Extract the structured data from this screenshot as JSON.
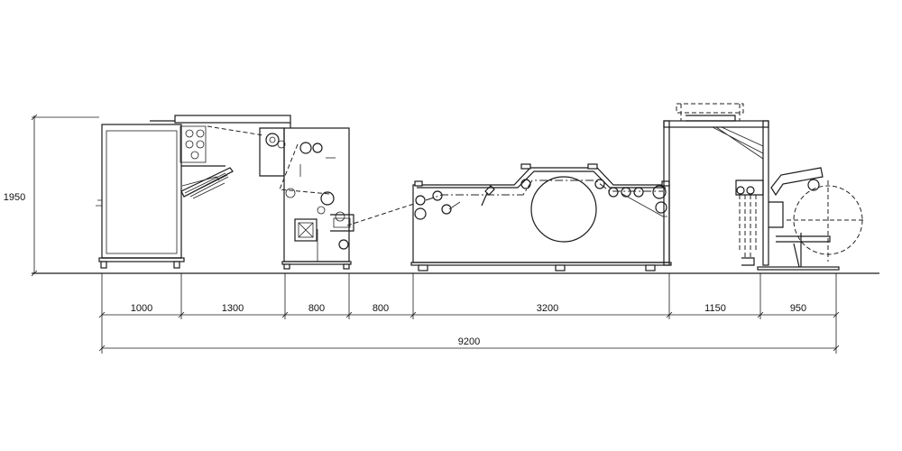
{
  "dimensions": {
    "height": "1950",
    "segments": [
      "1000",
      "1300",
      "800",
      "800",
      "3200",
      "1150",
      "950"
    ],
    "total": "9200"
  }
}
